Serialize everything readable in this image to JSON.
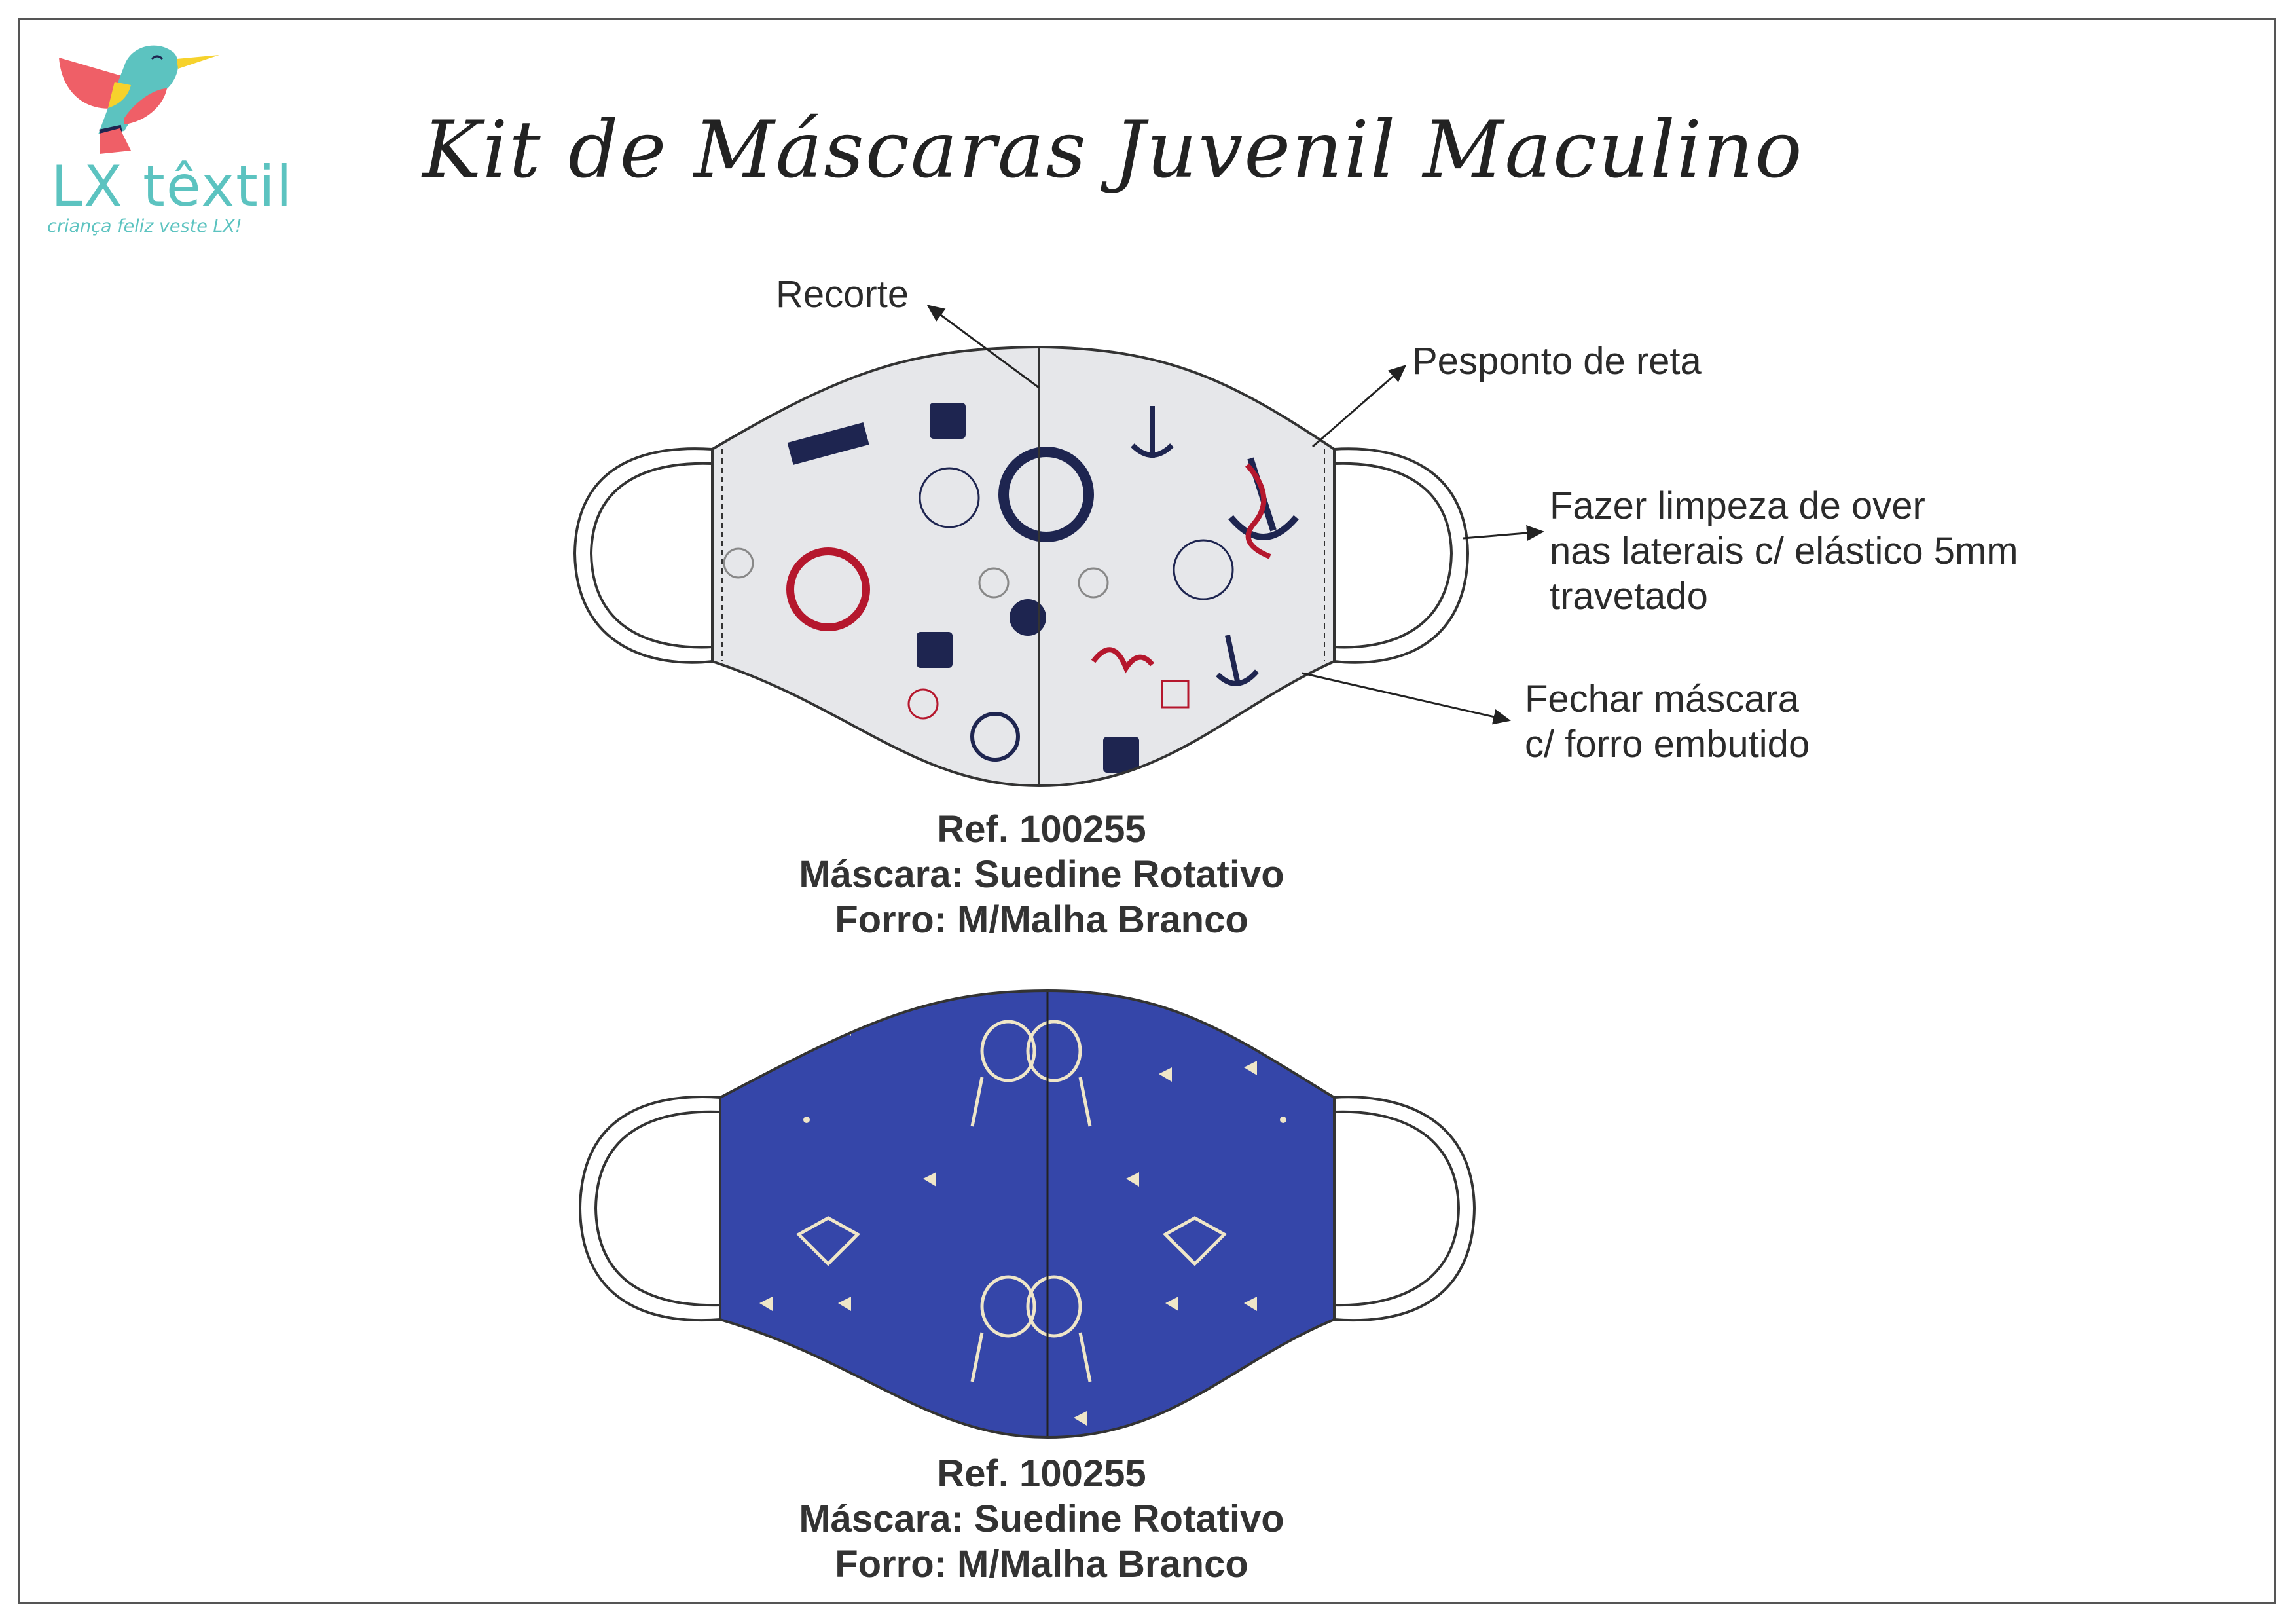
{
  "logo": {
    "brand": "LX têxtil",
    "tagline": "criança feliz veste LX!"
  },
  "title": "Kit de Máscaras Juvenil Maculino",
  "annotations": {
    "recorte": "Recorte",
    "pesponto": "Pesponto de reta",
    "limpeza": [
      "Fazer limpeza de over",
      "nas laterais c/ elástico 5mm",
      "travetado"
    ],
    "fechar": [
      "Fechar máscara",
      "c/ forro embutido"
    ]
  },
  "products": [
    {
      "ref": "Ref. 100255",
      "mascara": "Máscara: Suedine Rotativo",
      "forro": "Forro: M/Malha Branco",
      "fabric_color": "#e6e7ea"
    },
    {
      "ref": "Ref. 100255",
      "mascara": "Máscara: Suedine Rotativo",
      "forro": "Forro: M/Malha Branco",
      "fabric_color": "#3a4bb0"
    }
  ],
  "colors": {
    "navy": "#1e2550",
    "red": "#b5172d",
    "teal": "#5cc3c0",
    "coral": "#ef5f67",
    "yellow": "#f6d22c"
  }
}
